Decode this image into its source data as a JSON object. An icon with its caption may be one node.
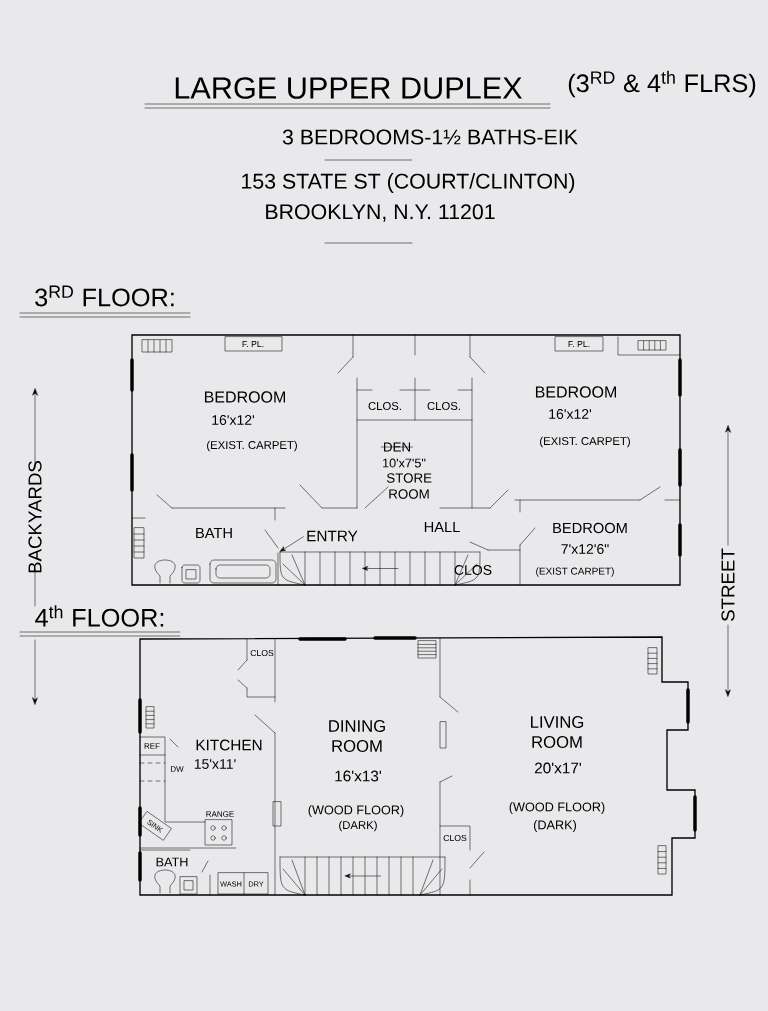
{
  "diagram": {
    "title": "LARGE UPPER DUPLEX",
    "nodes": [
      {
        "text": [
          "ENTRY"
        ]
      },
      {
        "text": [],
        "shape": "stairs"
      },
      {
        "text": [],
        "shape": "stairs"
      }
    ],
    "edges": [
      {
        "from": 0,
        "to": 1,
        "arrow": "to"
      }
    ],
    "labels": [
      "(3$^{RD}$ & 4$^{th}$ FLRS)",
      "3 BEDROOMS-1½ BATHS-EIK",
      "153 STATE ST (COURT/CLINTON)",
      "BROOKLYN, N.Y. 11201",
      "3$^{RD}$ FLOOR:",
      "F. PL.",
      "F. PL.",
      "BEDROOM",
      "16'x12'",
      "(EXIST. CARPET)",
      "CLOS.",
      "CLOS.",
      "BEDROOM",
      "16'x12'",
      "(EXIST. CARPET)",
      "DEN",
      "10'x7'5\"",
      "STORE ROOM",
      "BACKYARDS",
      "STREET",
      "BATH",
      "HALL",
      "BEDROOM",
      "7'x12'6\"",
      "CLOS",
      "(EXIST CARPET)",
      "4$^{th}$ FLOOR:",
      "CLOS",
      "DINING ROOM",
      "LIVING ROOM",
      "KITCHEN",
      "15'x11'",
      "REF",
      "DW",
      "16'x13'",
      "20'x17'",
      "RANGE",
      "SINK",
      "(WOOD FLOOR)",
      "(WOOD FLOOR)",
      "(DARK)",
      "(DARK)",
      "CLOS",
      "BATH",
      "WASH",
      "DRY"
    ]
  }
}
